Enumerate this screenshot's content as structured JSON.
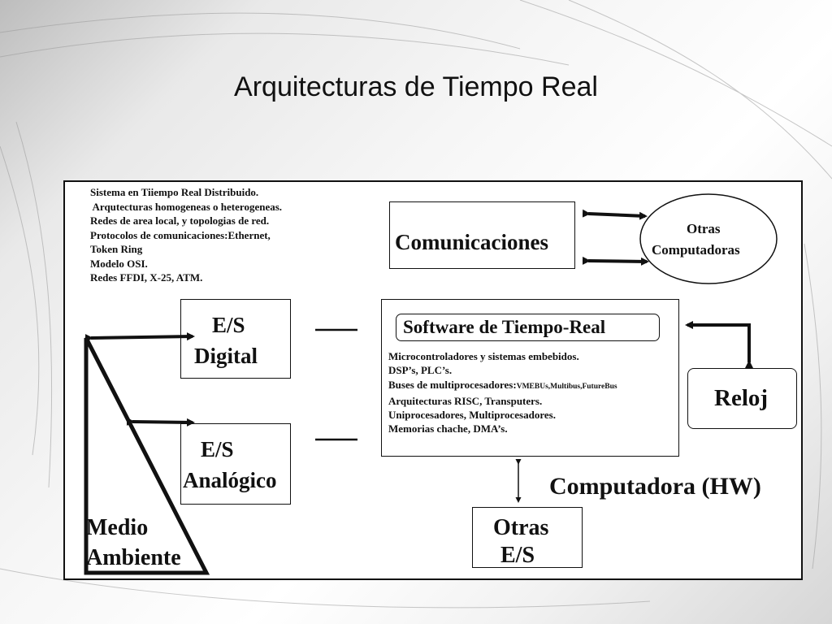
{
  "slide": {
    "title": "Arquitecturas de Tiempo Real"
  },
  "notes": [
    "Sistema en Tiiempo Real Distribuido.",
    " Arqutecturas homogeneas o heterogeneas.",
    "Redes de area local, y topologias de red.",
    "Protocolos de comunicaciones:Ethernet,",
    "Token Ring",
    "Modelo OSI.",
    "Redes FFDI, X-25, ATM."
  ],
  "comunicaciones": {
    "label": "Comunicaciones"
  },
  "otras_computadoras": {
    "line1": "Otras",
    "line2": "Computadoras"
  },
  "es_digital": {
    "line1": "E/S",
    "line2": "Digital"
  },
  "es_analogico": {
    "line1": "E/S",
    "line2": "Analógico"
  },
  "software": {
    "title": "Software de Tiempo-Real",
    "items": [
      "Microcontroladores y sistemas embebidos.",
      "DSP’s, PLC’s.",
      "Buses de multiprocesadores:",
      "Arquitecturas RISC, Transputers.",
      "Uniprocesadores, Multiprocesadores.",
      "Memorias chache, DMA’s."
    ],
    "buses_detail": "VMEBUs,Multibus,FutureBus"
  },
  "reloj": {
    "label": "Reloj"
  },
  "computadora_hw": {
    "label": "Computadora (HW)"
  },
  "otras_es": {
    "line1": "Otras",
    "line2": "E/S"
  },
  "medio_ambiente": {
    "line1": "Medio",
    "line2": "Ambiente"
  },
  "colors": {
    "line": "#111111",
    "background": "#ffffff"
  }
}
